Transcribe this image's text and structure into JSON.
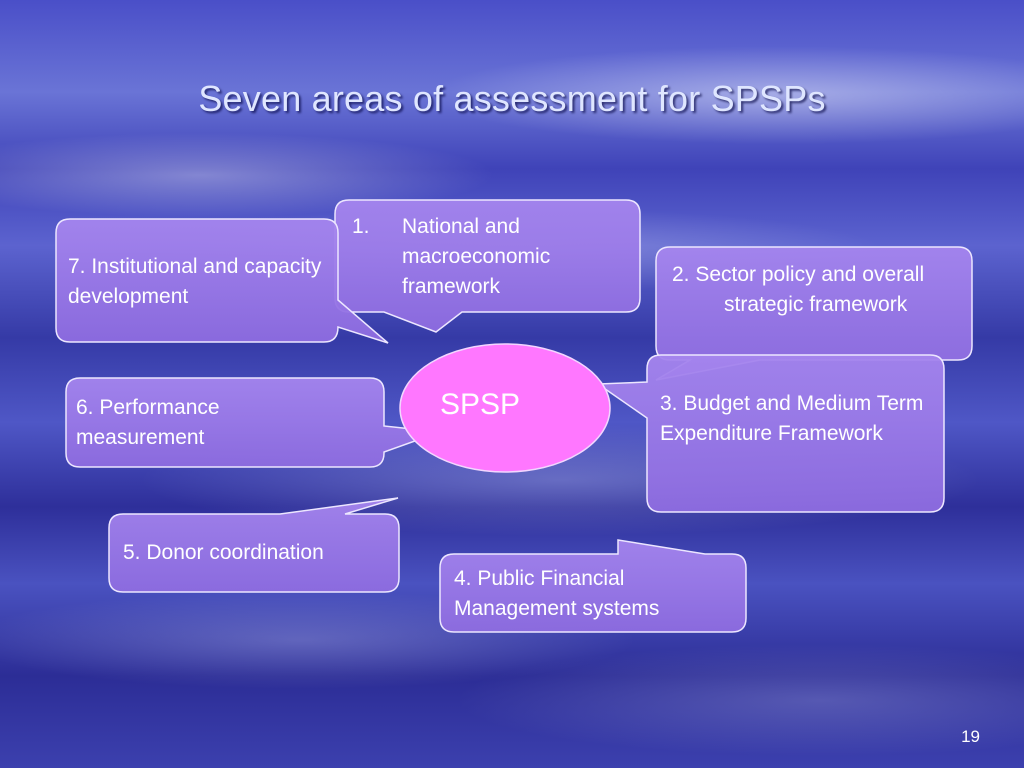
{
  "slide": {
    "title": "Seven areas of assessment for SPSPs",
    "center": "SPSP",
    "page_number": "19"
  },
  "areas": [
    {
      "number": "1.",
      "text": "National and macroeconomic framework"
    },
    {
      "text_first": "2. Sector policy and",
      "text_rest": "overall strategic framework"
    },
    {
      "text": "3. Budget and Medium Term Expenditure Framework"
    },
    {
      "text": "4. Public Financial Management systems"
    },
    {
      "text": "5. Donor coordination"
    },
    {
      "text": "6. Performance measurement"
    },
    {
      "text": "7. Institutional and capacity development"
    }
  ],
  "colors": {
    "callout_fill": "#9b79e8",
    "callout_border": "#e8e2ff",
    "center_fill": "#ff77ff",
    "title_text": "#dfe6ff"
  }
}
